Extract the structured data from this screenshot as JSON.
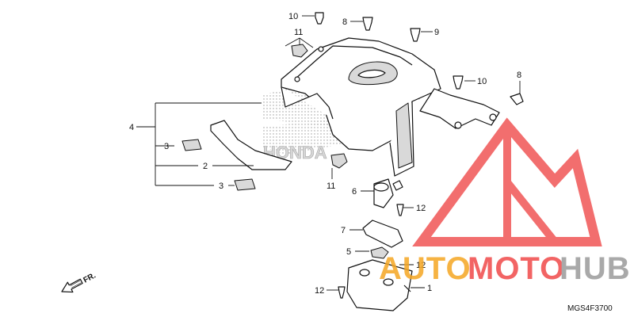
{
  "callouts": {
    "c1": "1",
    "c2": "2",
    "c3a": "3",
    "c3b": "3",
    "c4": "4",
    "c5": "5",
    "c6": "6",
    "c7": "7",
    "c8a": "8",
    "c8b": "8",
    "c9": "9",
    "c10a": "10",
    "c10b": "10",
    "c11a": "11",
    "c11b": "11",
    "c12a": "12",
    "c12b": "12",
    "c12c": "12"
  },
  "front_arrow_label": "FR.",
  "diagram_code": "MGS4F3700",
  "watermark": {
    "text_part1": "AUTO",
    "text_part2": "MOTO",
    "text_part3": "HUB",
    "color_red": "#f04a4a",
    "color_orange": "#f5a623",
    "color_gray": "#9b9b9b"
  },
  "background_logo_text": "HONDA"
}
